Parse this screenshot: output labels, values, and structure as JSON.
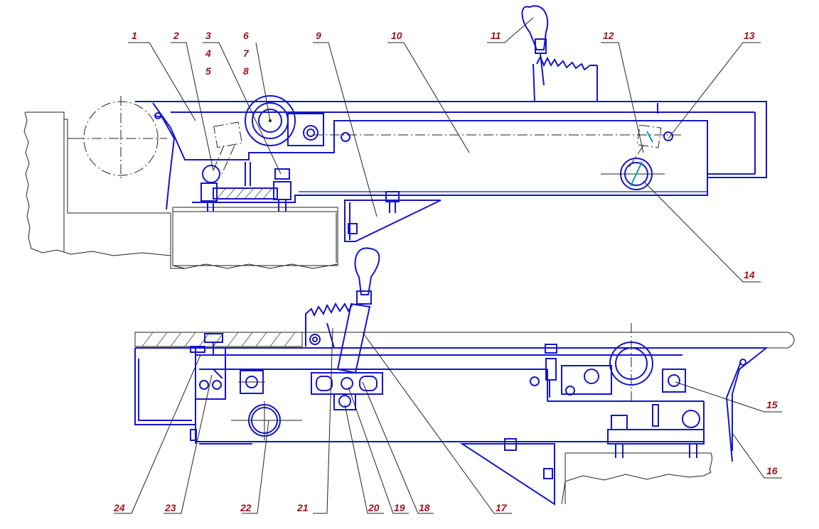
{
  "diagram": {
    "callouts": [
      {
        "id": "c1",
        "label": "1"
      },
      {
        "id": "c2",
        "label": "2"
      },
      {
        "id": "c3",
        "label": "3"
      },
      {
        "id": "c4",
        "label": "4"
      },
      {
        "id": "c5",
        "label": "5"
      },
      {
        "id": "c6",
        "label": "6"
      },
      {
        "id": "c7",
        "label": "7"
      },
      {
        "id": "c8",
        "label": "8"
      },
      {
        "id": "c9",
        "label": "9"
      },
      {
        "id": "c10",
        "label": "10"
      },
      {
        "id": "c11",
        "label": "11"
      },
      {
        "id": "c12",
        "label": "12"
      },
      {
        "id": "c13",
        "label": "13"
      },
      {
        "id": "c14",
        "label": "14"
      },
      {
        "id": "c15",
        "label": "15"
      },
      {
        "id": "c16",
        "label": "16"
      },
      {
        "id": "c17",
        "label": "17"
      },
      {
        "id": "c18",
        "label": "18"
      },
      {
        "id": "c19",
        "label": "19"
      },
      {
        "id": "c20",
        "label": "20"
      },
      {
        "id": "c21",
        "label": "21"
      },
      {
        "id": "c22",
        "label": "22"
      },
      {
        "id": "c23",
        "label": "23"
      },
      {
        "id": "c24",
        "label": "24"
      }
    ],
    "colors": {
      "part_outline": "#1515c8",
      "callout_text": "#a0141e",
      "leader_line": "#222222",
      "accent": "#00a0a0"
    }
  }
}
